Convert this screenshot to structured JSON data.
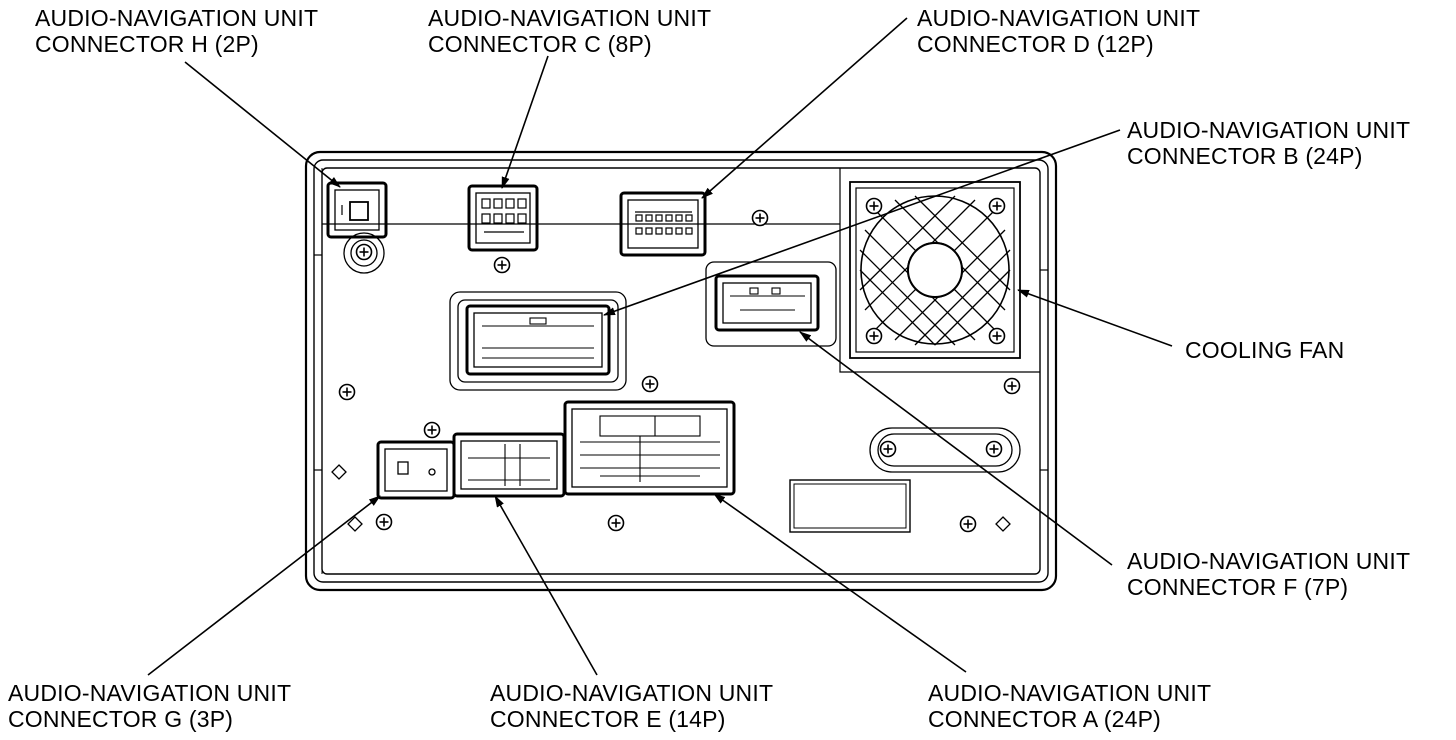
{
  "callouts": {
    "h": {
      "line1": "AUDIO-NAVIGATION UNIT",
      "line2": "CONNECTOR H (2P)"
    },
    "c": {
      "line1": "AUDIO-NAVIGATION UNIT",
      "line2": "CONNECTOR C (8P)"
    },
    "d": {
      "line1": "AUDIO-NAVIGATION UNIT",
      "line2": "CONNECTOR D (12P)"
    },
    "b": {
      "line1": "AUDIO-NAVIGATION UNIT",
      "line2": "CONNECTOR B (24P)"
    },
    "fan": {
      "line1": "COOLING FAN"
    },
    "f": {
      "line1": "AUDIO-NAVIGATION UNIT",
      "line2": "CONNECTOR F (7P)"
    },
    "g": {
      "line1": "AUDIO-NAVIGATION UNIT",
      "line2": "CONNECTOR G (3P)"
    },
    "e": {
      "line1": "AUDIO-NAVIGATION UNIT",
      "line2": "CONNECTOR E (14P)"
    },
    "a": {
      "line1": "AUDIO-NAVIGATION UNIT",
      "line2": "CONNECTOR A (24P)"
    }
  }
}
